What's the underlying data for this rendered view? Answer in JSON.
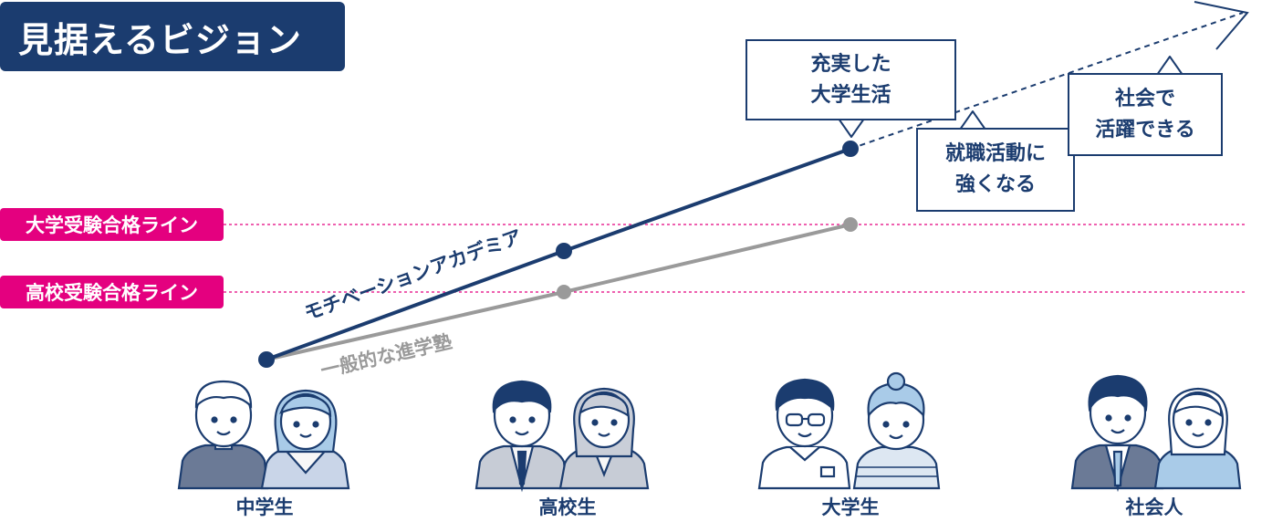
{
  "title": "見据えるビジョン",
  "lines": {
    "university_pass": "大学受験合格ライン",
    "highschool_pass": "高校受験合格ライン"
  },
  "paths": {
    "motivation": "モチベーションアカデミア",
    "general": "一般的な進学塾"
  },
  "bubbles": {
    "college_life": [
      "充実した",
      "大学生活"
    ],
    "job_hunting": [
      "就職活動に",
      "強くなる"
    ],
    "society": [
      "社会で",
      "活躍できる"
    ]
  },
  "stages": [
    "中学生",
    "高校生",
    "大学生",
    "社会人"
  ],
  "colors": {
    "navy": "#1b3c6f",
    "gray": "#9a9a9a",
    "magenta": "#e4007f"
  }
}
